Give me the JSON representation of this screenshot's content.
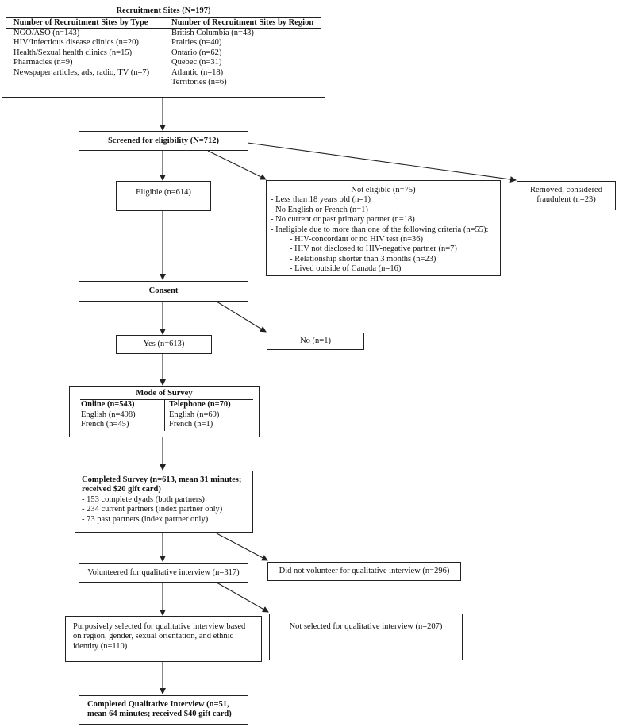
{
  "recruitment": {
    "title": "Recruitment Sites (N=197)",
    "by_type_header": "Number of Recruitment Sites by Type",
    "by_type": [
      "NGO/ASO (n=143)",
      "HIV/Infectious disease clinics (n=20)",
      "Health/Sexual health clinics (n=15)",
      "Pharmacies (n=9)",
      "Newspaper articles, ads, radio, TV (n=7)"
    ],
    "by_region_header": "Number of Recruitment Sites by Region",
    "by_region": [
      "British Columbia (n=43)",
      "Prairies (n=40)",
      "Ontario (n=62)",
      "Quebec (n=31)",
      "Atlantic (n=18)",
      "Territories (n=6)"
    ]
  },
  "screened": "Screened for eligibility (N=712)",
  "eligible": "Eligible (n=614)",
  "not_eligible": {
    "title": "Not eligible (n=75)",
    "items": [
      "- Less than 18 years old (n=1)",
      "- No English or French (n=1)",
      "- No current or past primary partner (n=18)",
      "- Ineligible due to more than one of the following criteria (n=55):"
    ],
    "subitems": [
      "- HIV-concordant or no HIV test (n=36)",
      "- HIV not disclosed to HIV-negative partner (n=7)",
      "- Relationship shorter than 3 months (n=23)",
      "- Lived outside of Canada (n=16)"
    ]
  },
  "removed": [
    "Removed, considered",
    "fraudulent (n=23)"
  ],
  "consent": "Consent",
  "consent_yes": "Yes (n=613)",
  "consent_no": "No (n=1)",
  "mode": {
    "title": "Mode of Survey",
    "online_header": "Online (n=543)",
    "online": [
      "English (n=498)",
      "French (n=45)"
    ],
    "telephone_header": "Telephone (n=70)",
    "telephone": [
      "English (n=69)",
      "French (n=1)"
    ]
  },
  "completed_survey": {
    "title": [
      "Completed Survey (n=613, mean 31 minutes;",
      "received $20 gift card)"
    ],
    "items": [
      "- 153 complete dyads (both partners)",
      "- 234 current partners (index partner only)",
      "- 73 past partners (index partner only)"
    ]
  },
  "volunteered": "Volunteered for qualitative interview (n=317)",
  "not_volunteered": "Did not volunteer for qualitative interview (n=296)",
  "selected": [
    "Purposively selected for qualitative interview based",
    "on region, gender, sexual orientation, and ethnic",
    "identity (n=110)"
  ],
  "not_selected": "Not selected for qualitative interview (n=207)",
  "completed_interview": [
    "Completed Qualitative Interview (n=51,",
    "mean 64 minutes; received $40 gift card)"
  ]
}
